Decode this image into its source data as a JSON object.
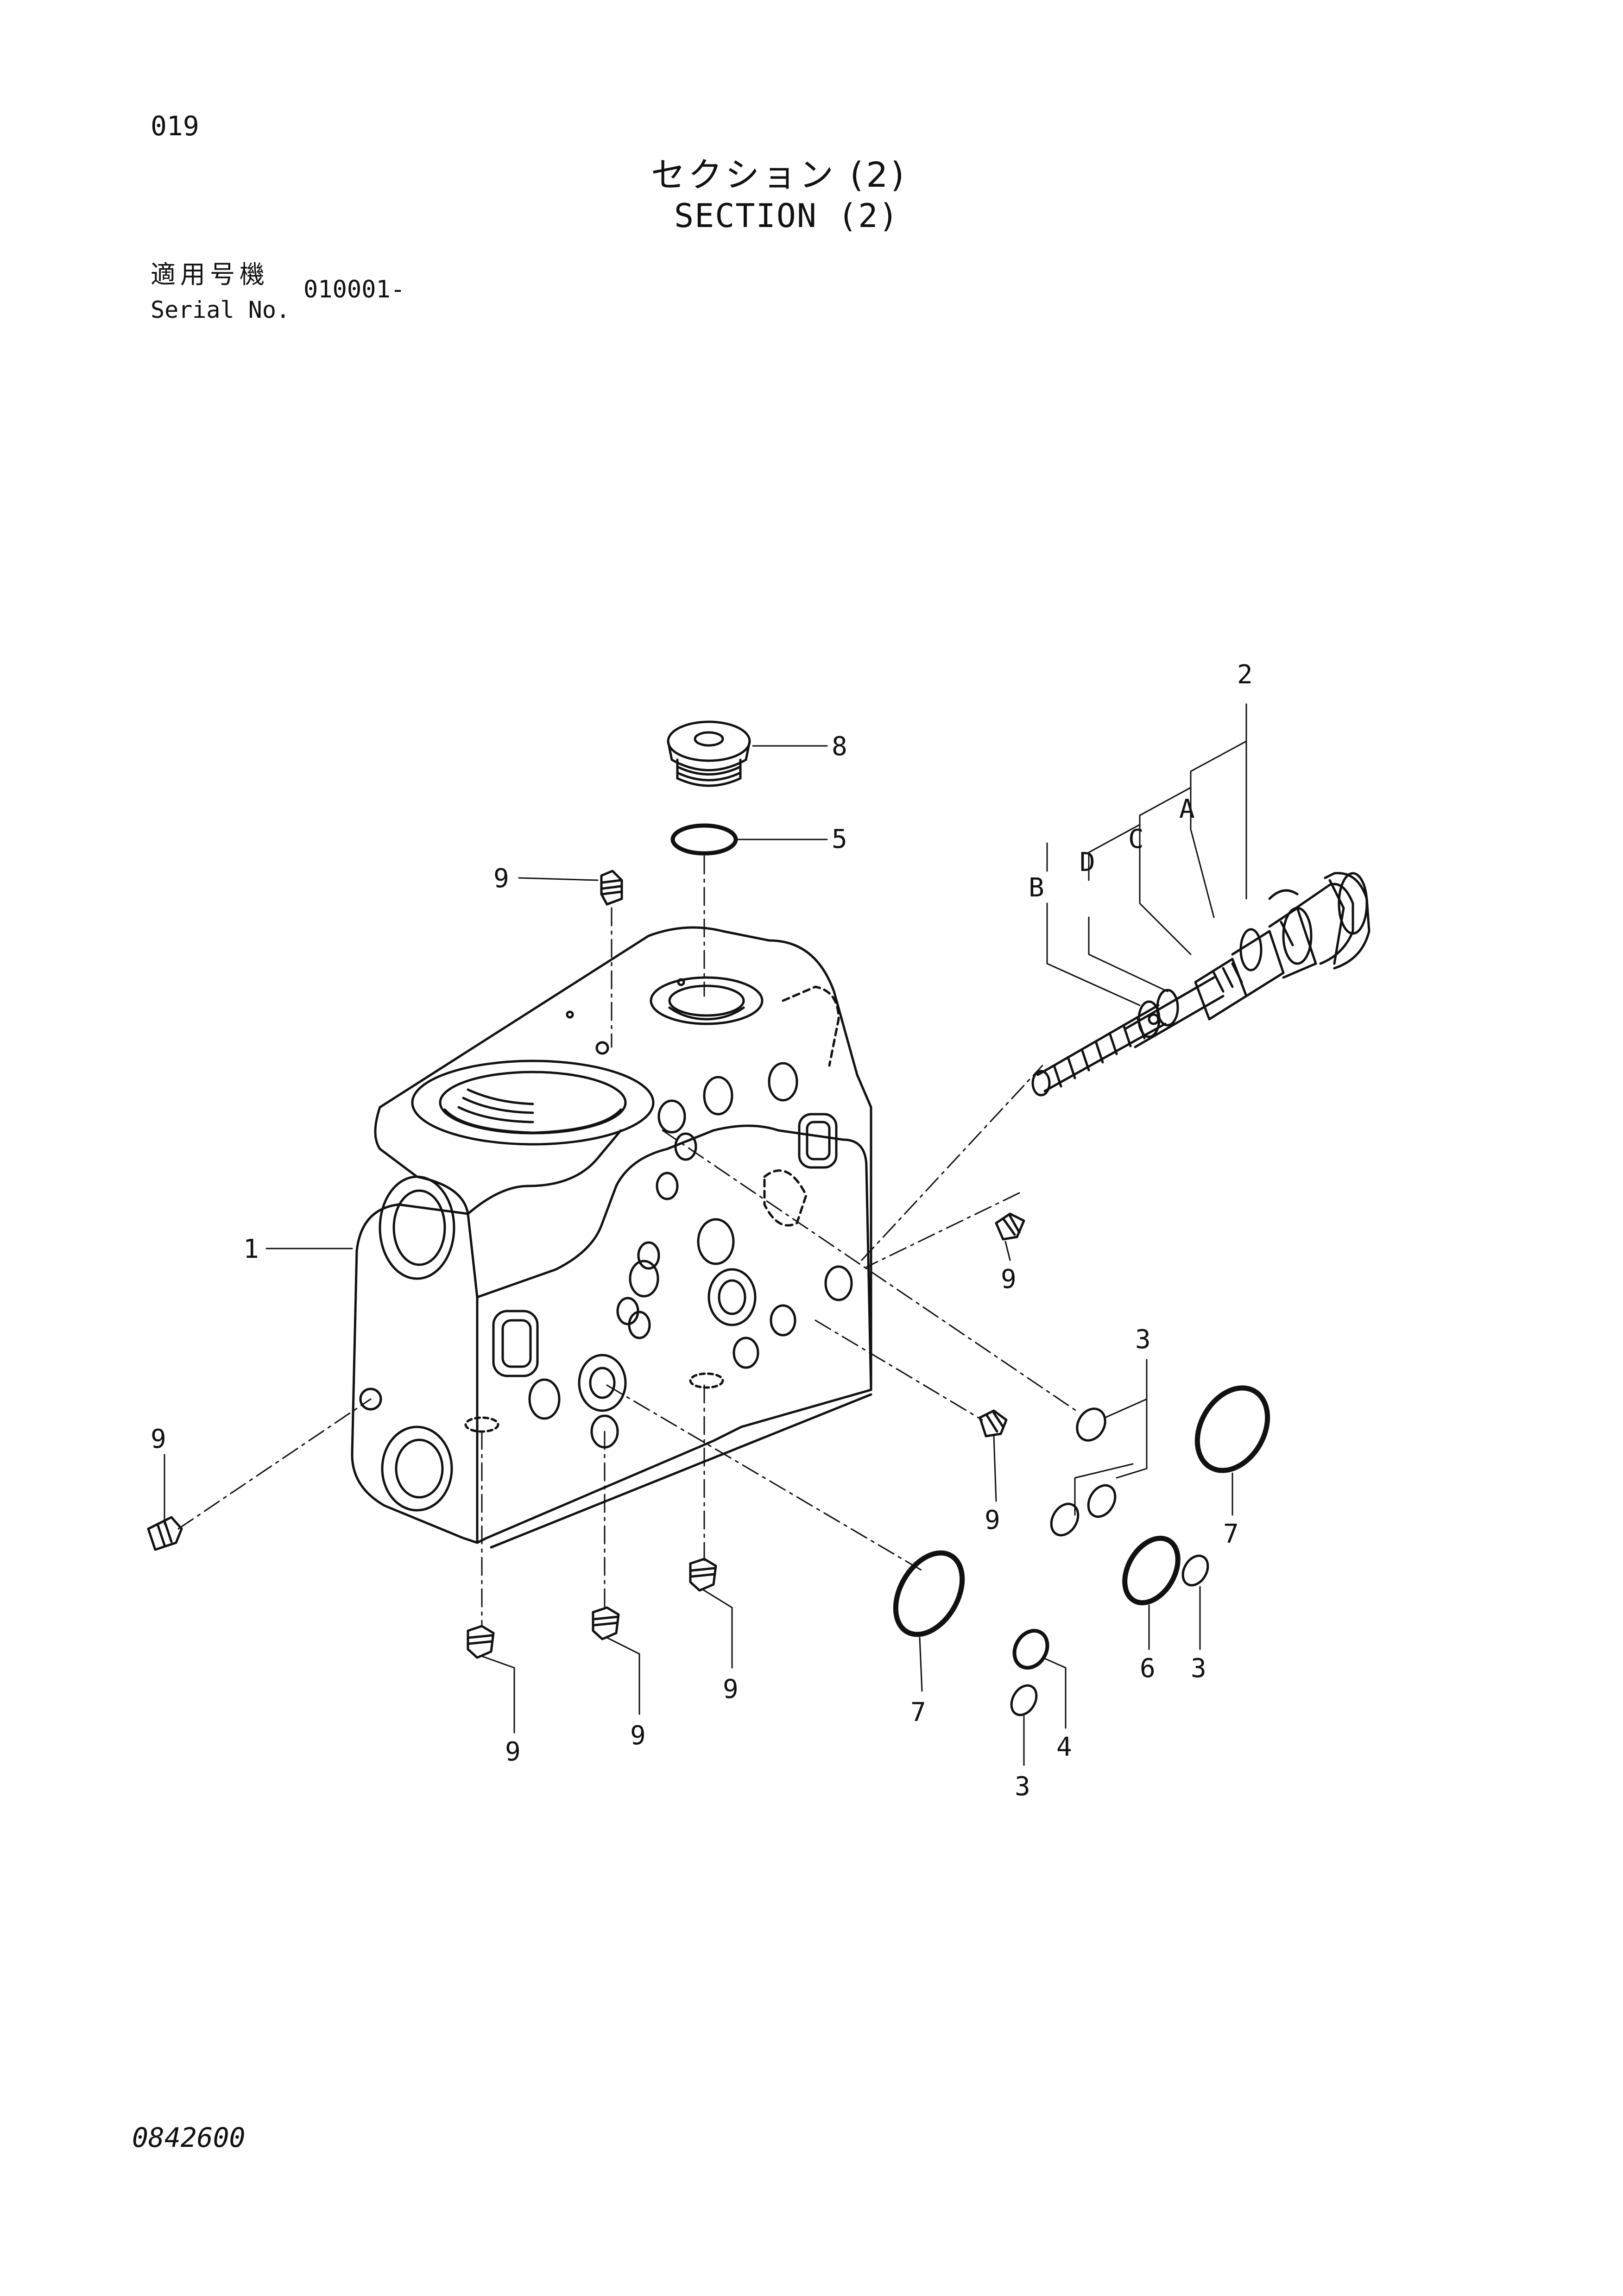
{
  "header": {
    "page_number": "019",
    "title_jp": "セクション (2)",
    "title_en": "SECTION (2)"
  },
  "serial": {
    "label_jp": "適用号機",
    "label_en": "Serial No.",
    "value": "010001-"
  },
  "footer": {
    "figure_code": "0842600"
  },
  "callouts": {
    "c1": "1",
    "c2": "2",
    "c3a": "3",
    "c3b": "3",
    "c3c": "3",
    "c4": "4",
    "c5": "5",
    "c6": "6",
    "c7a": "7",
    "c7b": "7",
    "c8": "8",
    "c9a": "9",
    "c9b": "9",
    "c9c": "9",
    "c9d": "9",
    "c9e": "9",
    "c9f": "9",
    "c9g": "9",
    "A": "A",
    "B": "B",
    "C": "C",
    "D": "D"
  }
}
